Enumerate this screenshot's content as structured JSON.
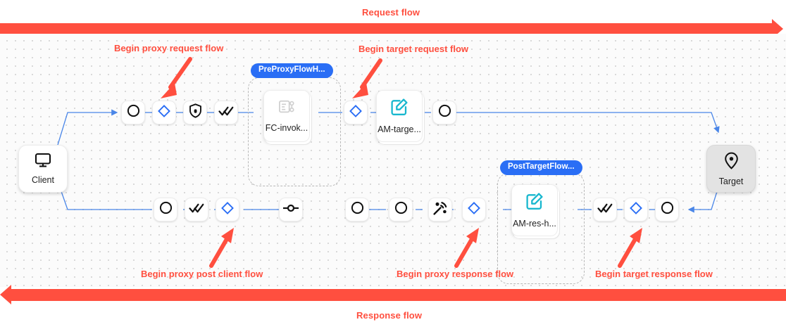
{
  "flows": {
    "request": {
      "label": "Request flow",
      "direction": "right",
      "color": "#ff4f3f"
    },
    "response": {
      "label": "Response flow",
      "direction": "left",
      "color": "#ff4f3f"
    }
  },
  "callouts": [
    {
      "id": "begin-proxy-request-flow",
      "label": "Begin proxy request flow"
    },
    {
      "id": "begin-target-request-flow",
      "label": "Begin target request flow"
    },
    {
      "id": "begin-proxy-post-client-flow",
      "label": "Begin proxy post client flow"
    },
    {
      "id": "begin-proxy-response-flow",
      "label": "Begin proxy response flow"
    },
    {
      "id": "begin-target-response-flow",
      "label": "Begin target response flow"
    }
  ],
  "endpoints": {
    "client": {
      "label": "Client",
      "icon": "monitor-icon"
    },
    "target": {
      "label": "Target",
      "icon": "location-pin-icon"
    }
  },
  "groups": [
    {
      "id": "pre-proxy-flow-hooks",
      "badge": "PreProxyFlowH..."
    },
    {
      "id": "post-target-flow-hooks",
      "badge": "PostTargetFlow..."
    }
  ],
  "policies": [
    {
      "id": "fc-invoke",
      "label": "FC-invok...",
      "icon": "script-icon",
      "state": "disabled"
    },
    {
      "id": "am-target",
      "label": "AM-targe...",
      "icon": "assign-message-icon",
      "state": "enabled"
    },
    {
      "id": "am-response-header",
      "label": "AM-res-h...",
      "icon": "assign-message-icon",
      "state": "enabled"
    }
  ],
  "request_row": [
    {
      "id": "rq-1",
      "icon": "circle-icon"
    },
    {
      "id": "rq-2",
      "icon": "diamond-icon"
    },
    {
      "id": "rq-3",
      "icon": "shield-lock-icon"
    },
    {
      "id": "rq-4",
      "icon": "double-check-icon"
    },
    {
      "id": "rq-5",
      "icon": "diamond-icon"
    },
    {
      "id": "rq-6",
      "icon": "circle-icon"
    }
  ],
  "response_row": [
    {
      "id": "rs-1",
      "icon": "circle-icon"
    },
    {
      "id": "rs-2",
      "icon": "double-check-icon"
    },
    {
      "id": "rs-3",
      "icon": "diamond-icon"
    },
    {
      "id": "rs-4",
      "icon": "junction-icon"
    },
    {
      "id": "rs-5",
      "icon": "circle-icon"
    },
    {
      "id": "rs-6",
      "icon": "circle-icon"
    },
    {
      "id": "rs-7",
      "icon": "signal-icon"
    },
    {
      "id": "rs-8",
      "icon": "diamond-icon"
    },
    {
      "id": "rs-9",
      "icon": "double-check-icon"
    },
    {
      "id": "rs-10",
      "icon": "diamond-icon"
    },
    {
      "id": "rs-11",
      "icon": "circle-icon"
    }
  ],
  "colors": {
    "flow_red": "#ff4f3f",
    "edge_blue": "#4a86e8",
    "accent_blue": "#2a6ef5",
    "diamond_blue": "#2a6ef5",
    "policy_teal": "#18b7ce",
    "canvas": "#fbfbfb",
    "target_fill": "#e3e3e3"
  }
}
